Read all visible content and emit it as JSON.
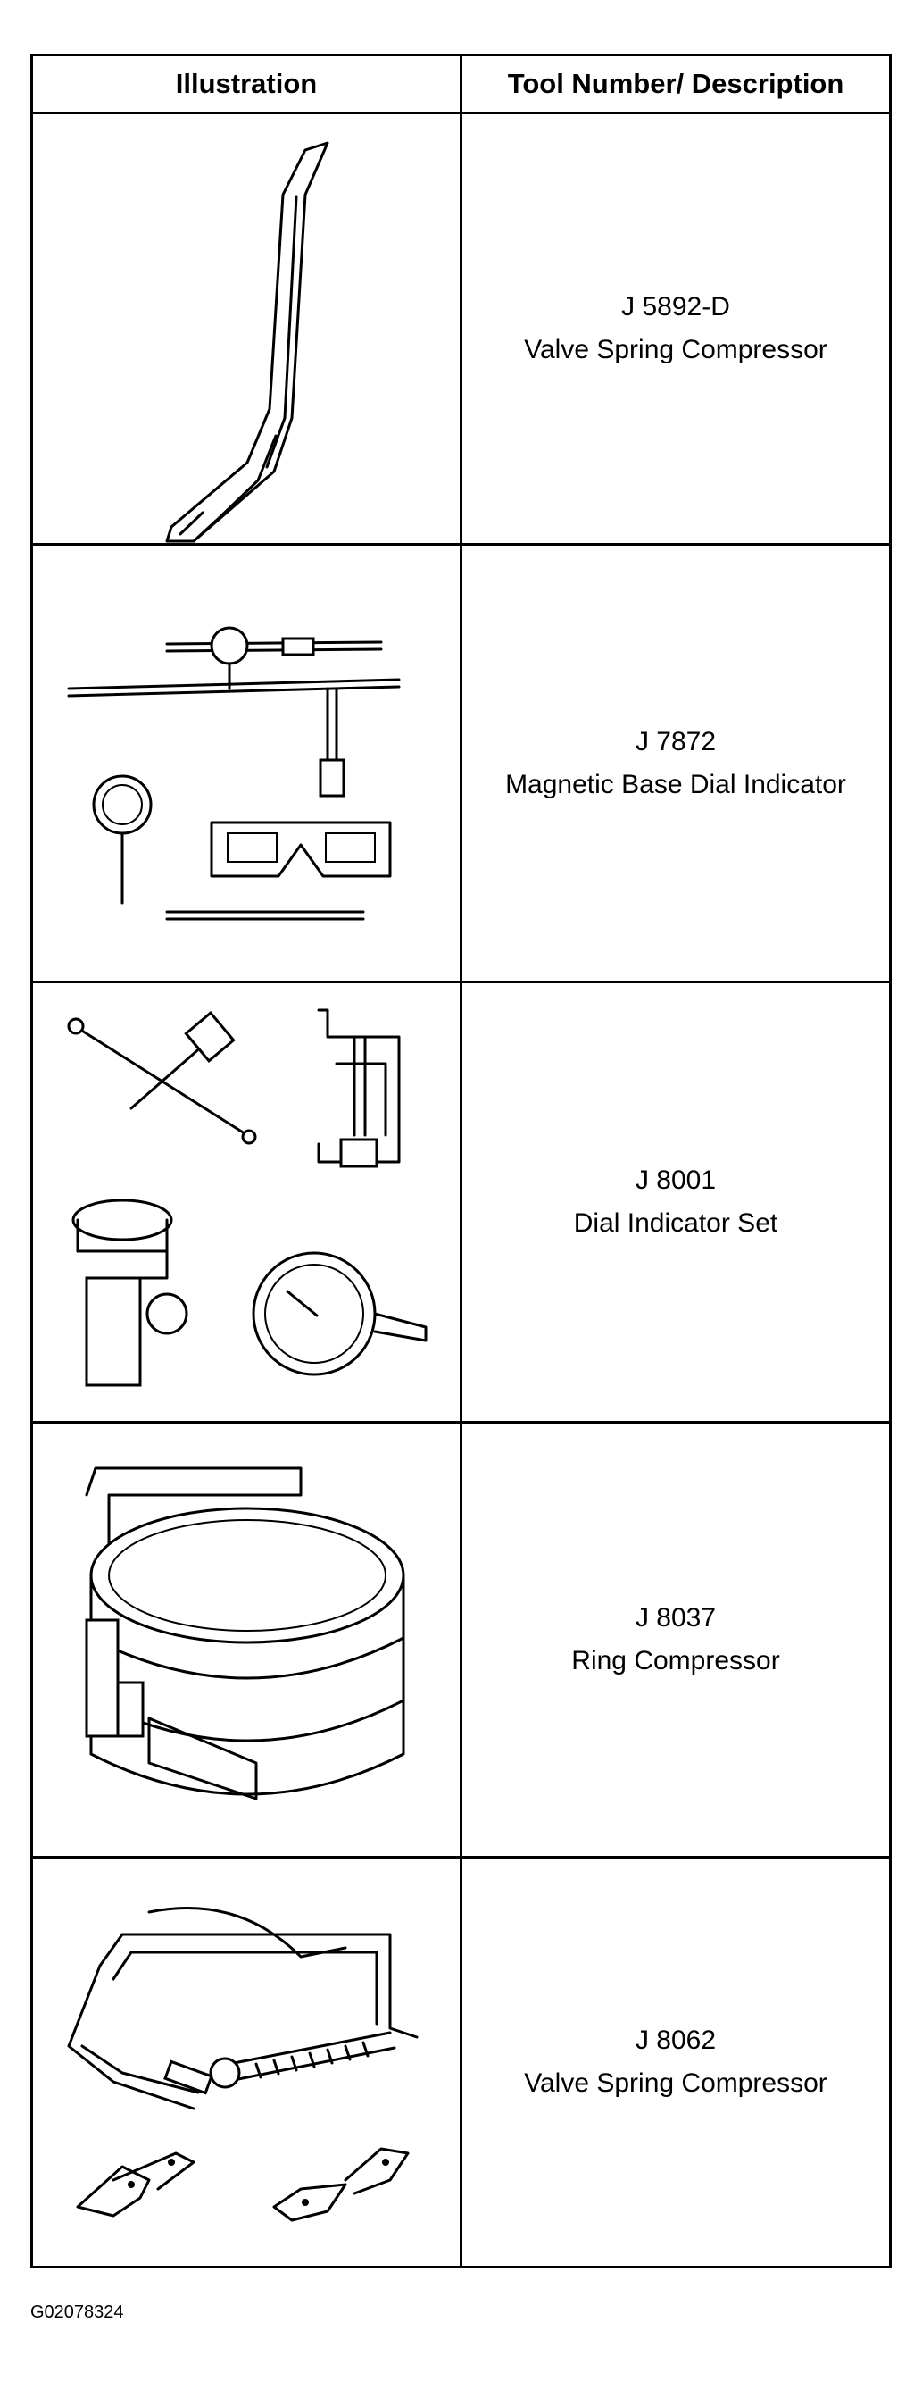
{
  "table": {
    "header": {
      "illustration": "Illustration",
      "description": "Tool Number/ Description"
    },
    "rows": [
      {
        "tool_number": "J 5892-D",
        "description": "Valve Spring Compressor",
        "icon": "valve-spring-compressor-lever-icon"
      },
      {
        "tool_number": "J 7872",
        "description": "Magnetic Base Dial Indicator",
        "icon": "magnetic-base-dial-indicator-icon"
      },
      {
        "tool_number": "J 8001",
        "description": "Dial Indicator Set",
        "icon": "dial-indicator-set-icon"
      },
      {
        "tool_number": "J 8037",
        "description": "Ring Compressor",
        "icon": "ring-compressor-icon"
      },
      {
        "tool_number": "J 8062",
        "description": "Valve Spring Compressor",
        "icon": "valve-spring-compressor-c-clamp-icon"
      }
    ]
  },
  "figure_id": "G02078324"
}
